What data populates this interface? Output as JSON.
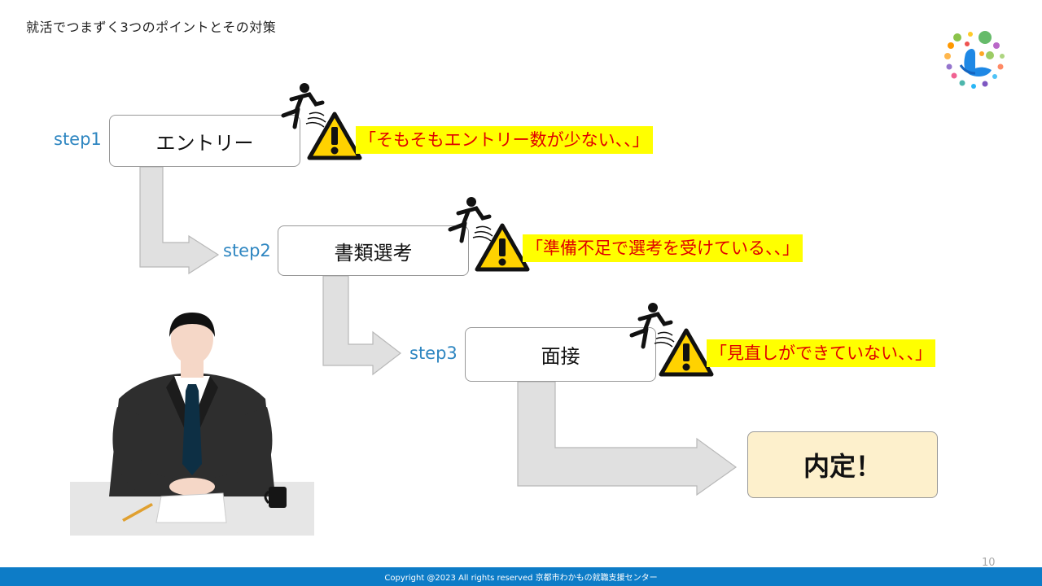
{
  "slide": {
    "title": "就活でつまずく3つのポイントとその対策",
    "page_number": "10",
    "copyright": "Copyright @2023 All rights reserved 京都市わかもの就職支援センター"
  },
  "steps": [
    {
      "label": "step1",
      "name": "エントリー",
      "issue": "「そもそもエントリー数が少ない、、」"
    },
    {
      "label": "step2",
      "name": "書類選考",
      "issue": "「準備不足で選考を受けている、、」"
    },
    {
      "label": "step3",
      "name": "面接",
      "issue": "「見直しができていない、、」"
    }
  ],
  "final": {
    "label": "内定！"
  },
  "colors": {
    "step_label": "#2e86c1",
    "warning_fill": "#ffd200",
    "issue_highlight": "#ffff00",
    "issue_text": "#e00000",
    "final_box": "#fdf0cc",
    "arrow": "#e0e0e0",
    "footer": "#0d7cc7"
  },
  "icons": {
    "warning": "warning-triangle-icon",
    "stumble": "stumbling-person-icon",
    "logo": "organization-logo"
  }
}
